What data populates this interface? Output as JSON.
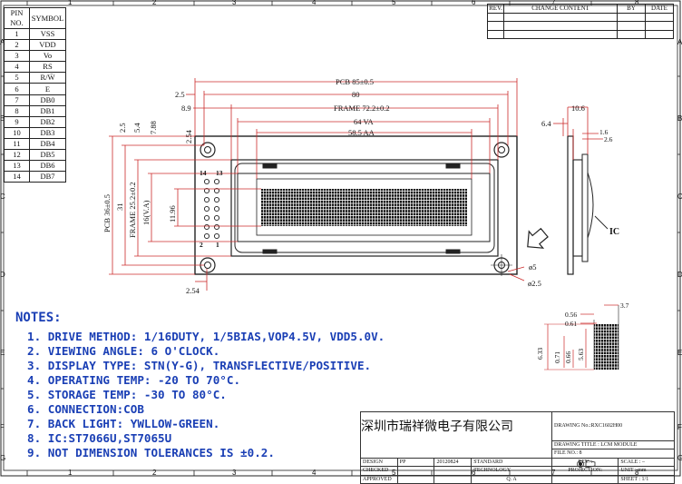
{
  "pin_table": {
    "headers": [
      "PIN NO.",
      "SYMBOL"
    ],
    "rows": [
      [
        "1",
        "VSS"
      ],
      [
        "2",
        "VDD"
      ],
      [
        "3",
        "Vo"
      ],
      [
        "4",
        "RS"
      ],
      [
        "5",
        "R/W̄"
      ],
      [
        "6",
        "E"
      ],
      [
        "7",
        "DB0"
      ],
      [
        "8",
        "DB1"
      ],
      [
        "9",
        "DB2"
      ],
      [
        "10",
        "DB3"
      ],
      [
        "11",
        "DB4"
      ],
      [
        "12",
        "DB5"
      ],
      [
        "13",
        "DB6"
      ],
      [
        "14",
        "DB7"
      ]
    ]
  },
  "revision_table": {
    "headers": [
      "REV.",
      "CHANGE CONTENT",
      "BY",
      "DATE"
    ]
  },
  "zones": {
    "top": [
      "1",
      "2",
      "3",
      "4",
      "5",
      "6",
      "7",
      "8"
    ],
    "left": [
      "A",
      "B",
      "C",
      "D",
      "E",
      "F",
      "G"
    ],
    "right": [
      "A",
      "B",
      "C",
      "D",
      "E",
      "F",
      "G"
    ]
  },
  "dimensions": {
    "pcb_width": "PCB 85±0.5",
    "width_80": "80",
    "offset_2_5": "2.5",
    "offset_8_9": "8.9",
    "frame_width": "FRAME 72.2±0.2",
    "va_width": "64 VA",
    "aa_width": "58.5 AA",
    "left_2_5": "2.5",
    "left_5_4": "5.4",
    "left_7_88": "7.88",
    "left_2_54": "2.54",
    "pcb_height": "PCB 36±0.5",
    "height_31": "31",
    "frame_height": "FRAME 25.2±0.2",
    "va_height": "16(V.A)",
    "aa_height": "11.96",
    "bottom_2_54": "2.54",
    "hole_5": "ø5",
    "hole_2_5": "ø2.5",
    "pin14": "14",
    "pin13": "13",
    "pin2": "2",
    "pin1": "1",
    "side_10_6": "10.6",
    "side_6_4": "6.4",
    "side_1_6": "1.6",
    "side_2_6": "2.6",
    "ic_label": "IC",
    "dot_3_7": "3.7",
    "dot_0_56": "0.56",
    "dot_0_61": "0.61",
    "dot_6_33": "6.33",
    "dot_0_71": "0.71",
    "dot_0_66": "0.66",
    "dot_5_63": "5.63"
  },
  "notes": {
    "title": "NOTES:",
    "items": [
      "1. DRIVE METHOD: 1/16DUTY, 1/5BIAS,VOP4.5V, VDD5.0V.",
      "2. VIEWING ANGLE: 6 O'CLOCK.",
      "3. DISPLAY TYPE: STN(Y-G), TRANSFLECTIVE/POSITIVE.",
      "4. OPERATING TEMP: -20 TO 70°C.",
      "5. STORAGE TEMP: -30 TO 80°C.",
      "6. CONNECTION:COB",
      "7. BACK LIGHT: YWLLOW-GREEN.",
      "8. IC:ST7066U,ST7065U",
      "9. NOT DIMENSION TOLERANCES IS ±0.2."
    ]
  },
  "title_block": {
    "company": "深圳市瑞祥微电子有限公司",
    "drawing_no": "DRAWING No.:RXC1602H00",
    "drawing_title": "DRAWING TITLE : LCM MODULE",
    "file_no": "FILE NO.: 8",
    "design": "DESIGN",
    "design_by": "PP",
    "date": "20120824",
    "standard": "STANDARD",
    "checked": "CHECKED",
    "technology": "TECHNOLOGY",
    "approved": "APPROVED",
    "qa": "Q. A",
    "rev": "REV. :",
    "scale": "SCALE : –",
    "projection": "PROJECTION:",
    "unit": "UNIT : mm",
    "sheet": "SHEET : 1/1"
  },
  "colors": {
    "dimension": "#cc2b2b",
    "notes": "#1a3fb5",
    "line": "#222222"
  }
}
